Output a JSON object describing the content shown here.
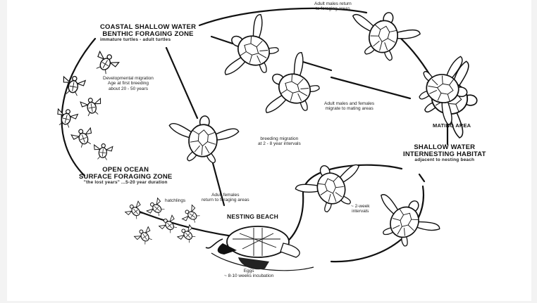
{
  "zones": {
    "coastal": {
      "title_1": "COASTAL SHALLOW WATER",
      "title_2": "BENTHIC FORAGING ZONE",
      "subtitle": "immature turtles - adult turtles"
    },
    "open_ocean": {
      "title_1": "OPEN OCEAN",
      "title_2": "SURFACE FORAGING ZONE",
      "subtitle": "\"the lost years\" ...5-20 year duration"
    },
    "mating": {
      "title": "MATING AREA"
    },
    "shallow": {
      "title_1": "SHALLOW WATER",
      "title_2": "INTERNESTING HABITAT",
      "subtitle": "adjacent to nesting beach"
    },
    "nesting": {
      "title": "NESTING BEACH"
    }
  },
  "annotations": {
    "adult_males_return": [
      "Adult males return",
      "to foraging areas"
    ],
    "developmental_migration": [
      "Developmental migration",
      "Age at first breeding",
      "about 20 - 50 years"
    ],
    "adult_mating_migrate": [
      "Adult males and females",
      "migrate to mating areas"
    ],
    "breeding_migration": [
      "breeding migration",
      "at 2 - 8 year intervals"
    ],
    "adult_females_return": [
      "Adult females",
      "return to foraging areas"
    ],
    "hatchlings": "hatchlings",
    "internesting_interval": [
      "~ 2-week",
      "intervals"
    ],
    "eggs": [
      "Eggs",
      "~ 8-10 weeks incubation"
    ]
  },
  "colors": {
    "ink": "#111111",
    "shell": "#ffffff",
    "background": "#ffffff"
  }
}
